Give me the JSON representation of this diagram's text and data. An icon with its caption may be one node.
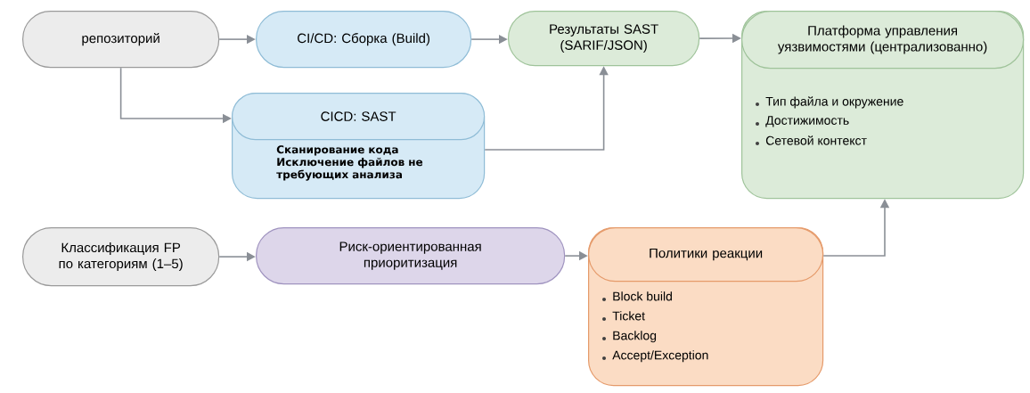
{
  "diagram": {
    "nodes": [
      {
        "text": [
          "репозиторий"
        ]
      },
      {
        "text": [
          "CI/CD: Сборка (Build)"
        ]
      },
      {
        "text": [
          "CICD: SAST",
          "Сканирование кода",
          "Исключение файлов не требующих анализа"
        ]
      },
      {
        "text": [
          "Результаты SAST (SARIF/JSON)"
        ]
      },
      {
        "text": [
          "Платформа управления уязвимостями (централизованно)",
          "Тип файла и окружение",
          "Достижимость",
          "Сетевой контекст"
        ]
      },
      {
        "text": [
          "Классификация FP по категориям (1–5)"
        ]
      },
      {
        "text": [
          "Риск-ориентированная приоритизация"
        ]
      },
      {
        "text": [
          "Политики реакции",
          "Block build",
          "Ticket",
          "Backlog",
          "Accept/Exception"
        ]
      }
    ],
    "edges": [
      {
        "from": 0,
        "to": 1,
        "arrow": "to"
      },
      {
        "from": 0,
        "to": 2,
        "arrow": "to"
      },
      {
        "from": 1,
        "to": 3,
        "arrow": "to"
      },
      {
        "from": 2,
        "to": 3,
        "arrow": "to"
      },
      {
        "from": 3,
        "to": 4,
        "arrow": "to"
      },
      {
        "from": 5,
        "to": 6,
        "arrow": "to"
      },
      {
        "from": 6,
        "to": 7,
        "arrow": "to"
      },
      {
        "from": 7,
        "to": 4,
        "arrow": "to"
      }
    ]
  }
}
